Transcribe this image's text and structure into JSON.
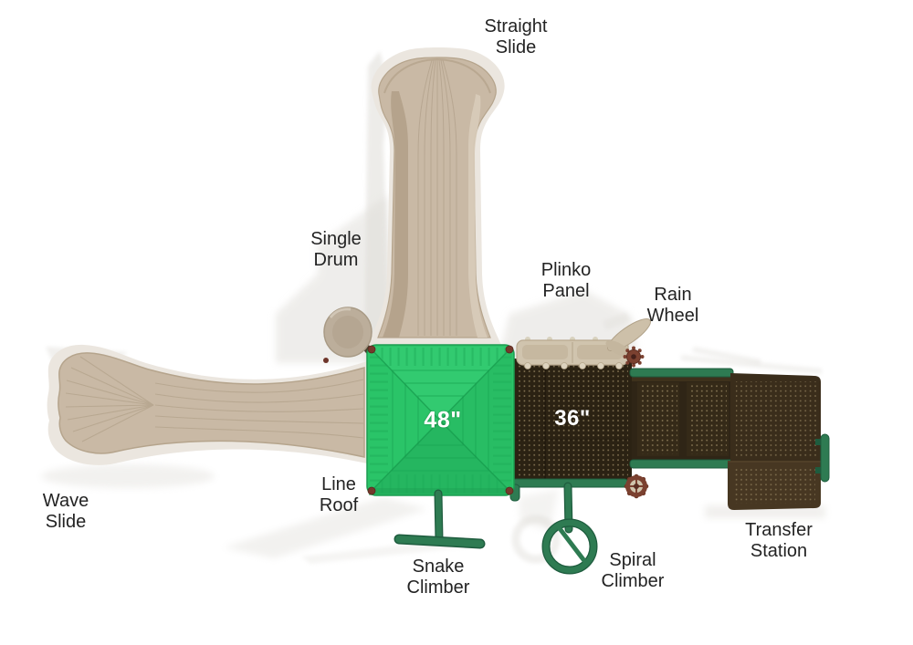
{
  "diagram": {
    "type": "playground-equipment-top-view",
    "labels": {
      "straight_slide": "Straight\nSlide",
      "single_drum": "Single\nDrum",
      "plinko_panel": "Plinko\nPanel",
      "rain_wheel": "Rain\nWheel",
      "wave_slide": "Wave\nSlide",
      "line_roof": "Line\nRoof",
      "snake_climber": "Snake\nClimber",
      "spiral_climber": "Spiral\nClimber",
      "transfer_station": "Transfer\nStation"
    },
    "measurements": {
      "roof_size": "48\"",
      "deck_size": "36\""
    },
    "colors": {
      "background": "#ffffff",
      "roof_green": "#2ac468",
      "structure_green": "#2e7b52",
      "deck_brown": "#2b2213",
      "transfer_brown": "#3a2d1b",
      "slide_tan": "#c9b9a5",
      "wheel_rust": "#7b4130",
      "shadow_gray": "#dfddd8",
      "label_text": "#232323",
      "measurement_text": "#ffffff"
    }
  }
}
